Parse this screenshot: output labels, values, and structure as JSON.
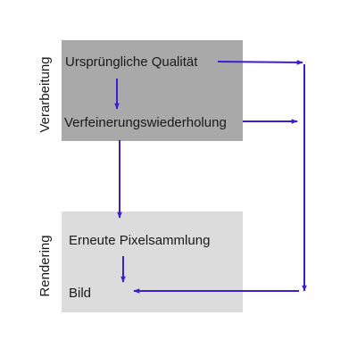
{
  "groups": {
    "processing": {
      "label": "Verarbeitung"
    },
    "rendering": {
      "label": "Rendering"
    }
  },
  "steps": {
    "original_quality": "Ursprüngliche Qualität",
    "refinement_repeat": "Verfeinerungswiederholung",
    "resample_pixels": "Erneute Pixelsammlung",
    "image": "Bild"
  },
  "colors": {
    "processing_panel": "#a9a9a9",
    "rendering_panel": "#dcdcdc",
    "arrow": "#3a1fd0"
  }
}
